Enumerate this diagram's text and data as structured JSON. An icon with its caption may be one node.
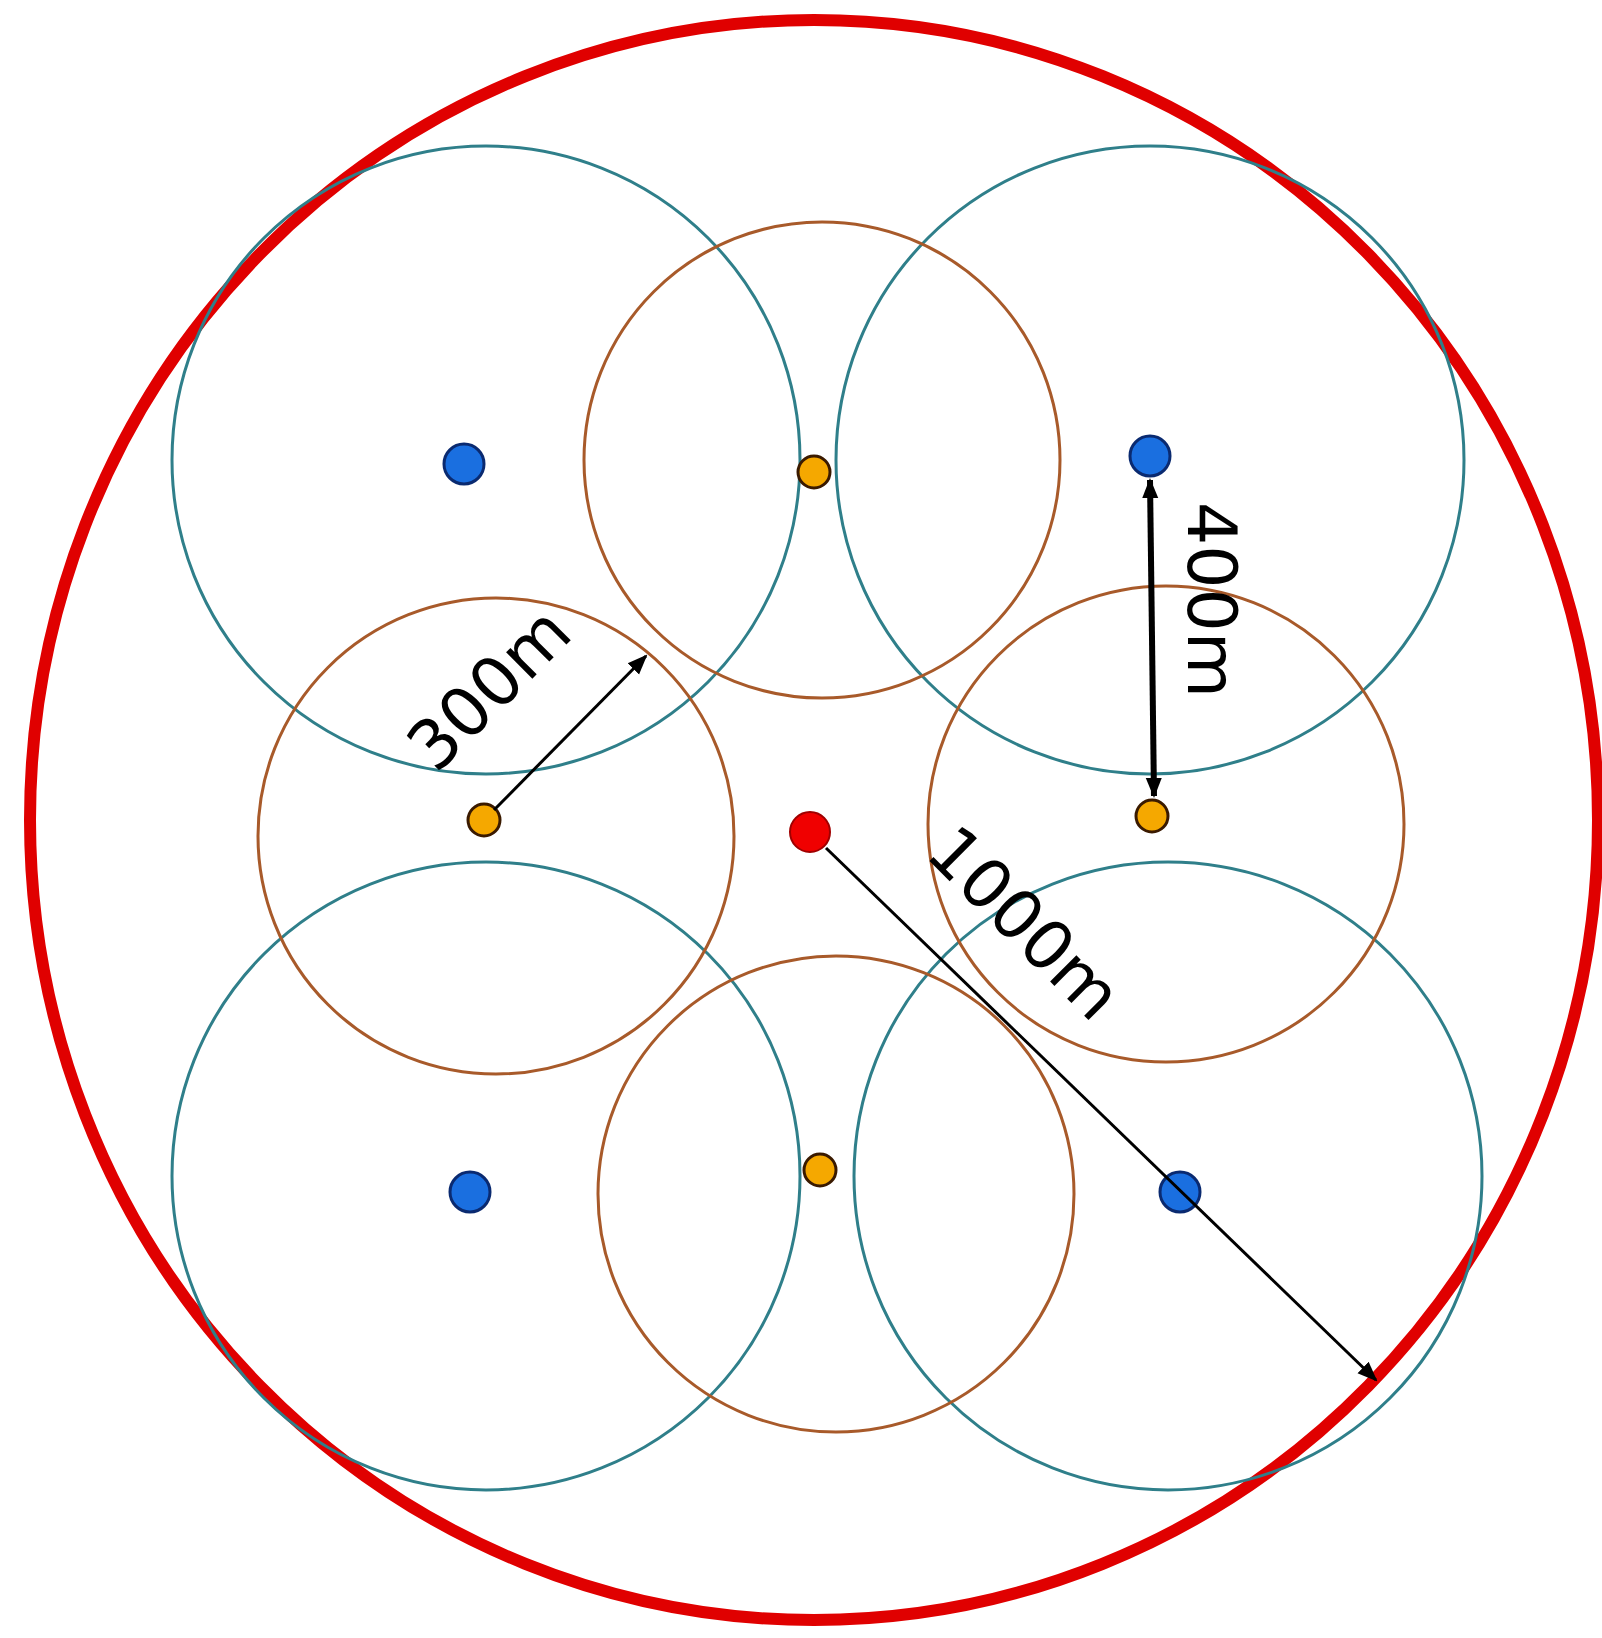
{
  "diagram": {
    "labels": [
      "300m",
      "400m",
      "1000m"
    ]
  }
}
